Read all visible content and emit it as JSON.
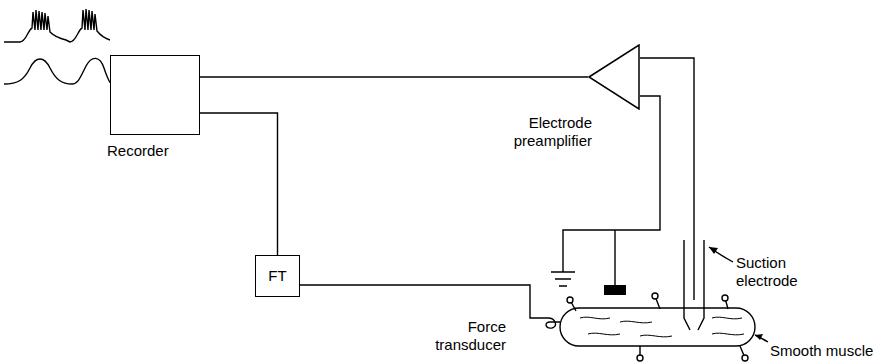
{
  "diagram": {
    "nodes": [
      {
        "text": [
          "Recorder"
        ]
      },
      {
        "text": [
          "Electrode preamplifier"
        ]
      },
      {
        "text": [
          "FT",
          "Force transducer"
        ]
      }
    ],
    "edges": [
      {
        "from": 1,
        "to": 0,
        "arrow": "none"
      },
      {
        "from": 0,
        "to": 2,
        "arrow": "none"
      }
    ],
    "labels": [
      "Suction electrode",
      "Smooth muscle"
    ]
  }
}
